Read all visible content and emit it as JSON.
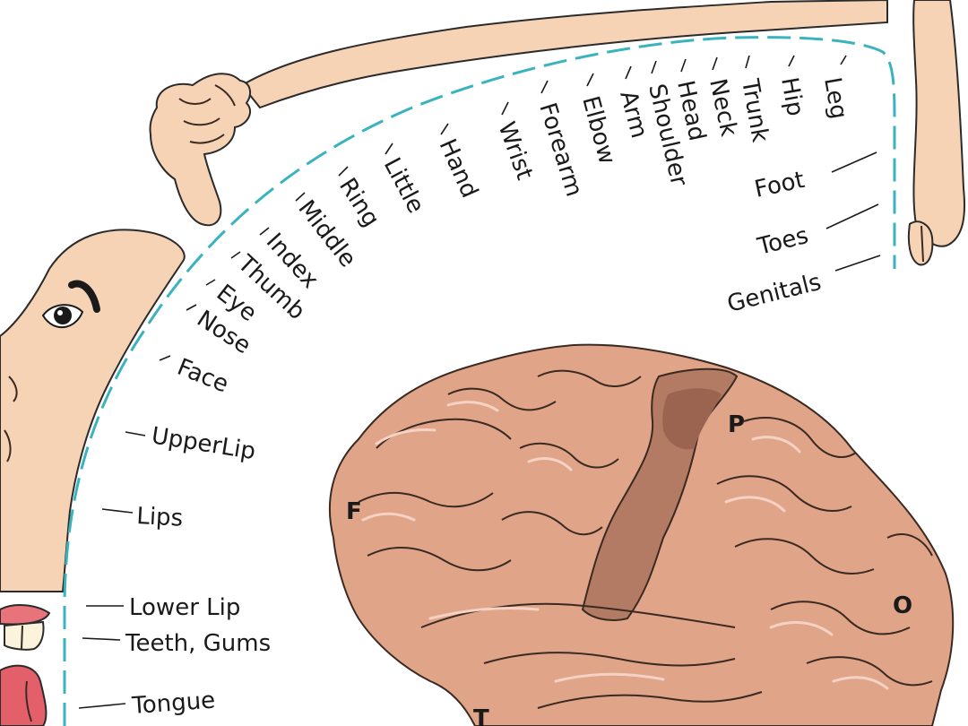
{
  "labels": {
    "leg": "Leg",
    "hip": "Hip",
    "trunk": "Trunk",
    "neck": "Neck",
    "head": "Head",
    "shoulder": "Shoulder",
    "arm": "Arm",
    "elbow": "Elbow",
    "forearm": "Forearm",
    "wrist": "Wrist",
    "hand": "Hand",
    "little": "Little",
    "ring": "Ring",
    "middle": "Middle",
    "index": "Index",
    "thumb": "Thumb",
    "eye": "Eye",
    "nose": "Nose",
    "face": "Face",
    "upperlip": "UpperLip",
    "lips": "Lips",
    "lowerlip": "Lower Lip",
    "teeth": "Teeth, Gums",
    "tongue": "Tongue",
    "foot": "Foot",
    "toes": "Toes",
    "genitals": "Genitals"
  },
  "lobes": {
    "frontal": "F",
    "parietal": "P",
    "occipital": "O",
    "temporal": "T"
  },
  "colors": {
    "arc": "#3bb3bf",
    "skin": "#f6d3b4",
    "brain": "#e0a489",
    "cortex": "#b37b63"
  }
}
